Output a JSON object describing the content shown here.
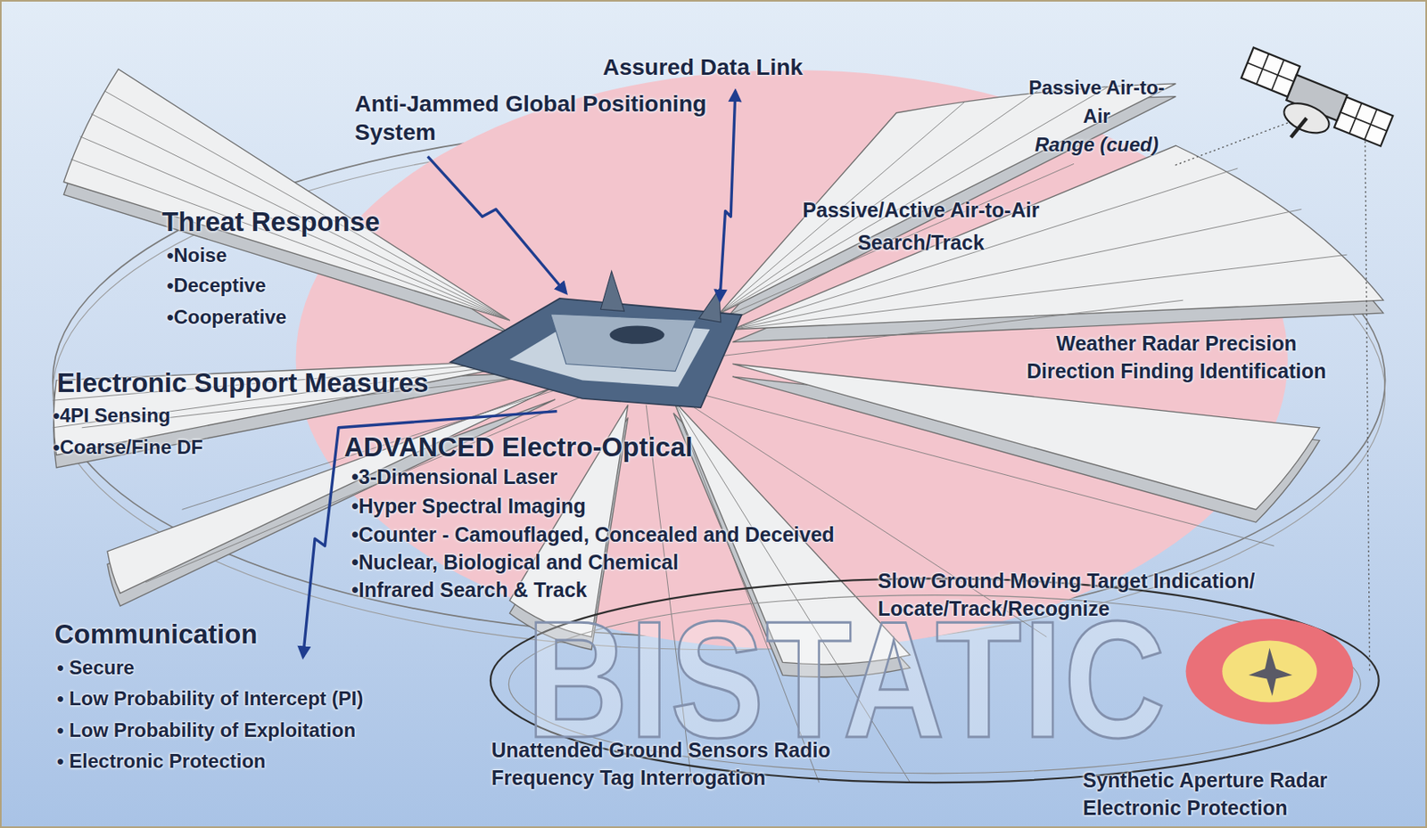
{
  "diagram": {
    "labels": [
      "Assured Data Link",
      "Anti-Jammed Global Positioning System",
      "Passive Air-to-Air",
      "Range (cued)",
      "Passive/Active Air-to-Air Search/Track",
      "Threat Response",
      "•Noise",
      "•Deceptive",
      "•Cooperative",
      "Electronic Support Measures",
      "•4PI Sensing",
      "•Coarse/Fine DF",
      "Weather Radar Precision Direction Finding Identification",
      "ADVANCED Electro-Optical",
      "•3-Dimensional Laser",
      "•Hyper Spectral Imaging",
      "•Counter - Camouflaged, Concealed and Deceived",
      "•Nuclear, Biological and Chemical",
      "•Infrared Search & Track",
      "Slow Ground Moving Target Indication/ Locate/Track/Recognize",
      "Communication",
      "• Secure",
      "• Low Probability of Intercept (PI)",
      "• Low Probability of Exploitation",
      "• Electronic Protection",
      "BISTATIC",
      "Unattended Ground Sensors Radio Frequency Tag Interrogation",
      "Synthetic Aperture Radar Electronic Protection"
    ]
  }
}
